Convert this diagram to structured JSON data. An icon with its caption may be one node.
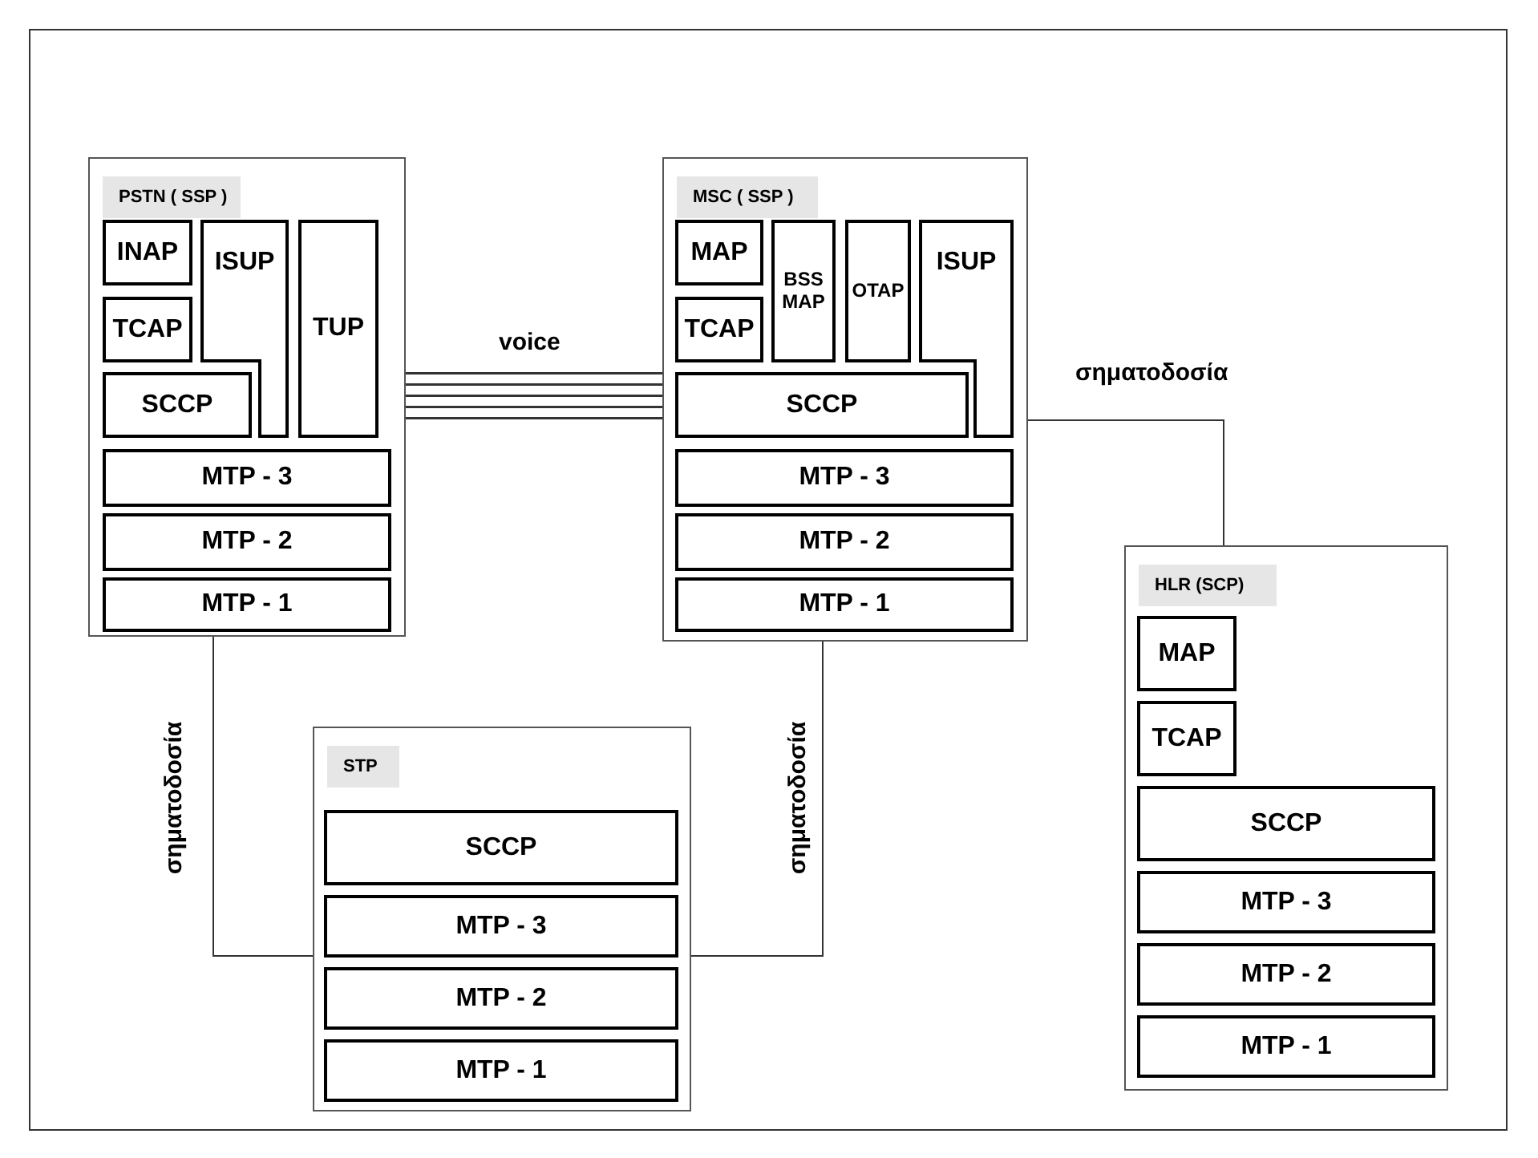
{
  "diagram": {
    "nodes": [
      {
        "text": [
          "PSTN ( SSP )"
        ]
      },
      {
        "text": [
          "INAP"
        ],
        "in": 0
      },
      {
        "text": [
          "ISUP"
        ],
        "in": 0
      },
      {
        "text": [
          "TUP"
        ],
        "in": 0
      },
      {
        "text": [
          "TCAP"
        ],
        "in": 0
      },
      {
        "text": [
          "SCCP"
        ],
        "in": 0
      },
      {
        "text": [
          "MTP - 3"
        ],
        "in": 0
      },
      {
        "text": [
          "MTP - 2"
        ],
        "in": 0
      },
      {
        "text": [
          "MTP - 1"
        ],
        "in": 0
      },
      {
        "text": [
          "MSC ( SSP )"
        ]
      },
      {
        "text": [
          "MAP"
        ],
        "in": 9
      },
      {
        "text": [
          "BSS MAP"
        ],
        "in": 9
      },
      {
        "text": [
          "OTAP"
        ],
        "in": 9
      },
      {
        "text": [
          "ISUP"
        ],
        "in": 9
      },
      {
        "text": [
          "TCAP"
        ],
        "in": 9
      },
      {
        "text": [
          "SCCP"
        ],
        "in": 9
      },
      {
        "text": [
          "MTP - 3"
        ],
        "in": 9
      },
      {
        "text": [
          "MTP - 2"
        ],
        "in": 9
      },
      {
        "text": [
          "MTP - 1"
        ],
        "in": 9
      },
      {
        "text": [
          "HLR (SCP)"
        ]
      },
      {
        "text": [
          "MAP"
        ],
        "in": 19
      },
      {
        "text": [
          "TCAP"
        ],
        "in": 19
      },
      {
        "text": [
          "SCCP"
        ],
        "in": 19
      },
      {
        "text": [
          "MTP - 3"
        ],
        "in": 19
      },
      {
        "text": [
          "MTP - 2"
        ],
        "in": 19
      },
      {
        "text": [
          "MTP - 1"
        ],
        "in": 19
      },
      {
        "text": [
          "STP"
        ]
      },
      {
        "text": [
          "SCCP"
        ],
        "in": 26
      },
      {
        "text": [
          "MTP - 3"
        ],
        "in": 26
      },
      {
        "text": [
          "MTP - 2"
        ],
        "in": 26
      },
      {
        "text": [
          "MTP - 1"
        ],
        "in": 26
      }
    ],
    "edges": [
      {
        "from": 0,
        "to": 9,
        "arrow": "none",
        "label": "voice"
      },
      {
        "from": 9,
        "to": 19,
        "arrow": "none",
        "label": "σηματοδοσία"
      },
      {
        "from": 0,
        "to": 26,
        "arrow": "none",
        "label": "σηματοδοσία"
      },
      {
        "from": 9,
        "to": 26,
        "arrow": "none",
        "label": "σηματοδοσία"
      }
    ]
  }
}
